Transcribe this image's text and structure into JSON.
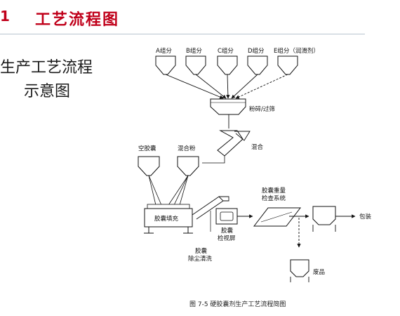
{
  "header": {
    "marker": "1",
    "title": "工艺流程图"
  },
  "side_title": {
    "line1": "生产工艺流程",
    "line2": "示意图"
  },
  "diagram": {
    "components": [
      "A组分",
      "B组分",
      "C组分",
      "D组分",
      "E组分（润滑剂）"
    ],
    "crush_label": "粉碎/过筛",
    "mix_label": "混合",
    "empty_capsule_label": "空胶囊",
    "mixed_powder_label": "混合粉",
    "filling_label": "胶囊填充",
    "dedust_label_1": "胶囊",
    "dedust_label_2": "除尘清洗",
    "inspect_label_1": "胶囊",
    "inspect_label_2": "检视屏",
    "weight_label_1": "胶囊重量",
    "weight_label_2": "检查系统",
    "package_label": "包装",
    "waste_label": "废品",
    "caption": "图 7-5  硬胶囊剂生产工艺流程简图"
  }
}
